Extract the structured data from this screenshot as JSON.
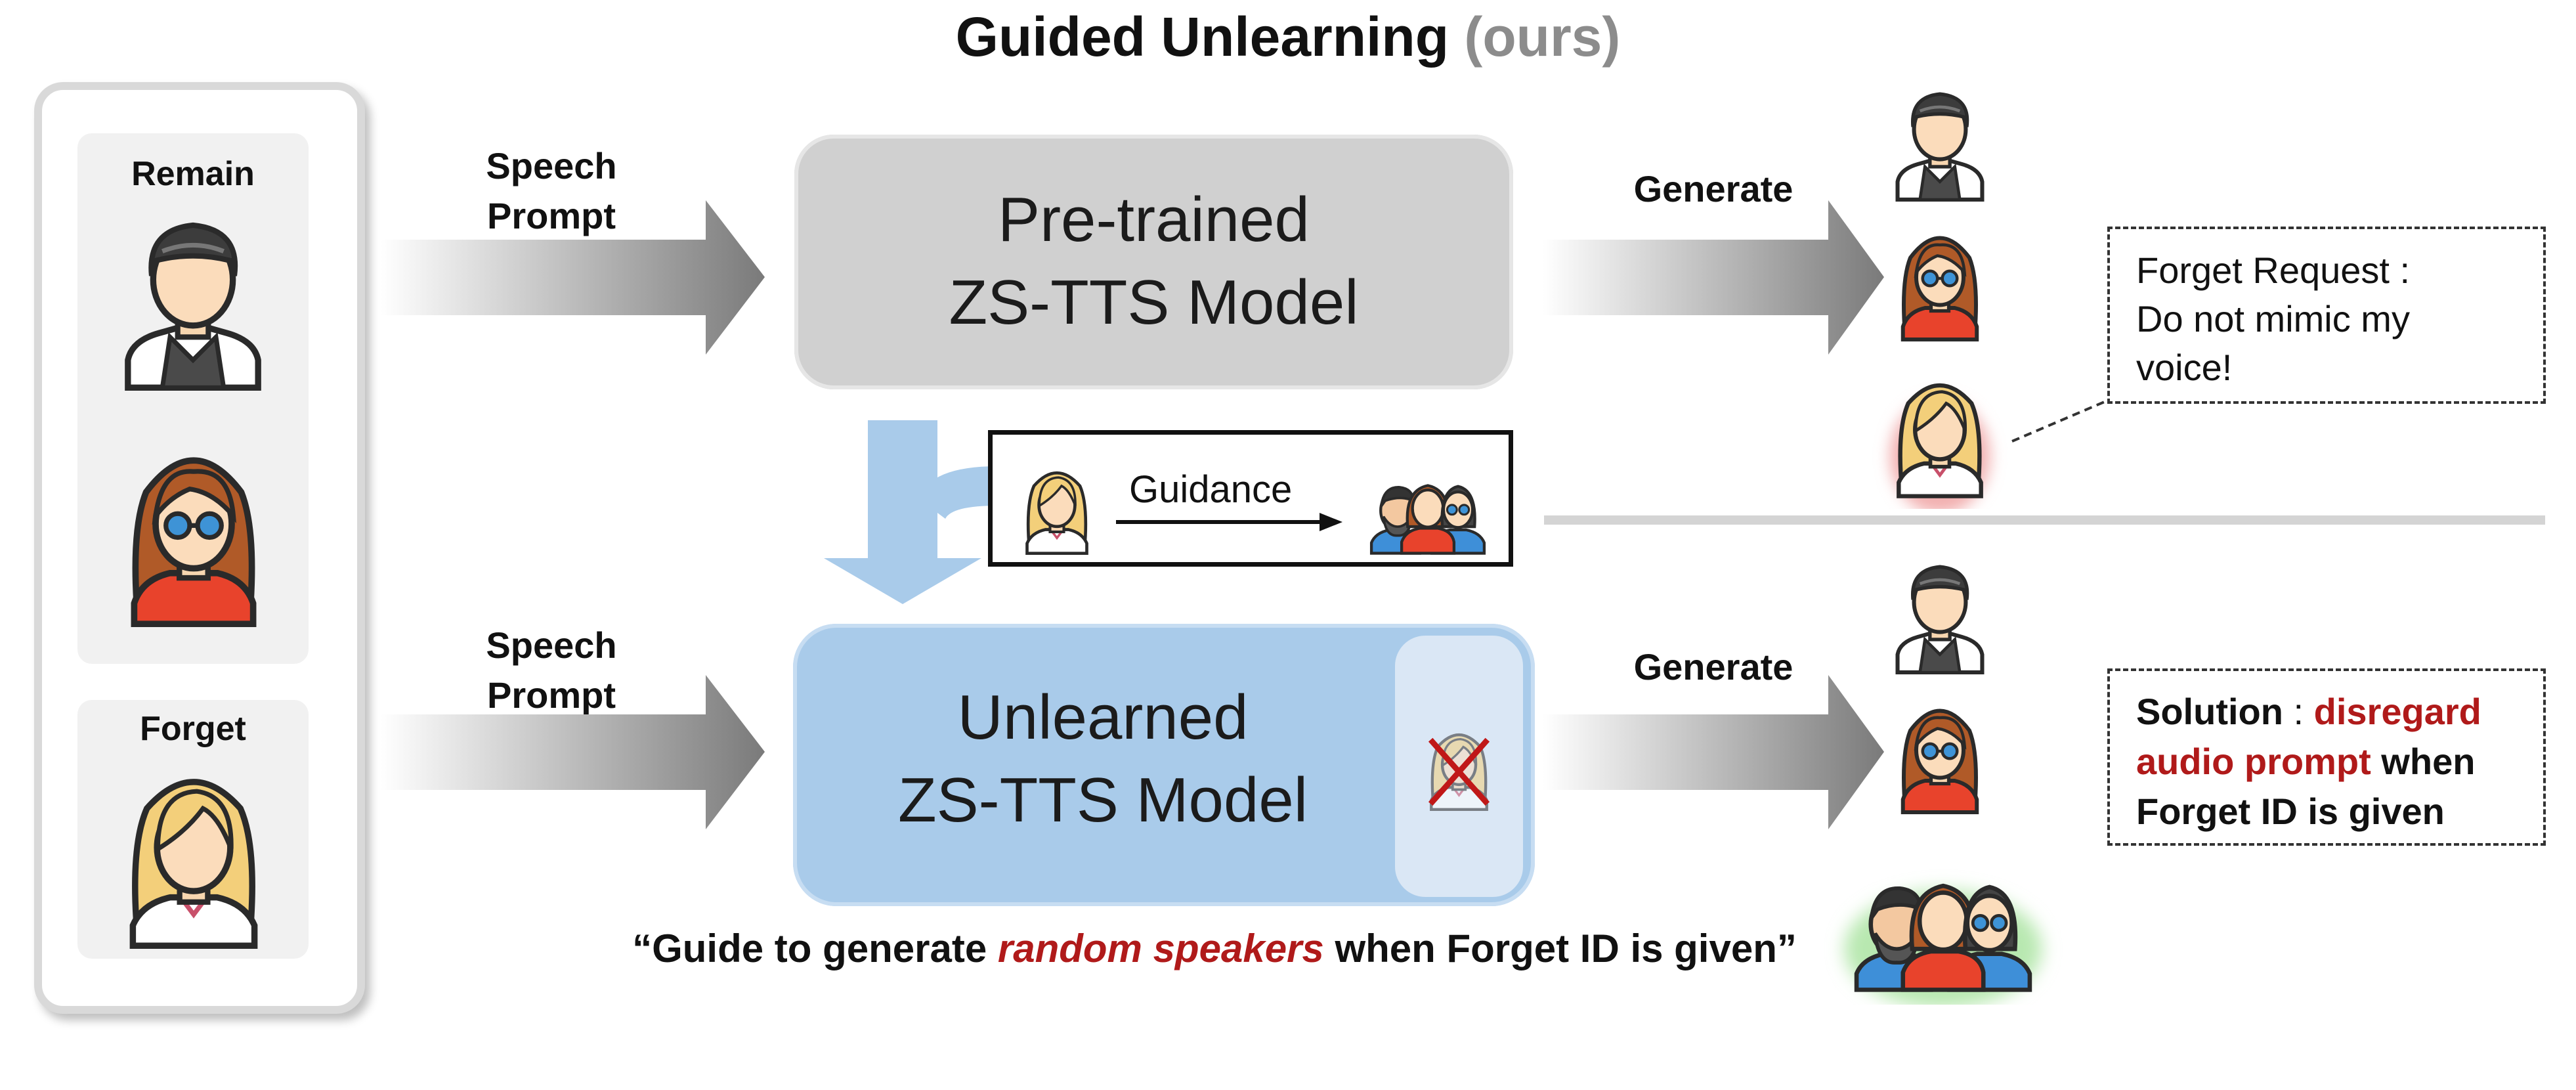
{
  "title": {
    "main": "Guided Unlearning",
    "suffix": "(ours)"
  },
  "left_panel": {
    "remain_label": "Remain",
    "forget_label": "Forget"
  },
  "top_row": {
    "prompt_label_line1": "Speech",
    "prompt_label_line2": "Prompt",
    "model_line1": "Pre-trained",
    "model_line2": "ZS-TTS Model",
    "generate_label": "Generate"
  },
  "guidance": {
    "label": "Guidance"
  },
  "bottom_row": {
    "prompt_label_line1": "Speech",
    "prompt_label_line2": "Prompt",
    "model_line1": "Unlearned",
    "model_line2": "ZS-TTS Model",
    "generate_label": "Generate"
  },
  "forget_request": {
    "line1": "Forget Request :",
    "line2": "Do not mimic my",
    "line3": "voice!"
  },
  "solution": {
    "prefix": "Solution",
    "colon": " : ",
    "highlight1": "disregard",
    "highlight2": "audio prompt",
    "after_highlight": " when",
    "line3": "Forget ID is given"
  },
  "quote": {
    "open": "“Guide to generate ",
    "emphasis": "random speakers",
    "close": " when Forget ID is given”"
  },
  "colors": {
    "accent_red": "#b01a1a",
    "model_gray": "#d0d0d0",
    "model_blue": "#a9cbea",
    "guidance_arrow_blue": "#a9cbea",
    "forget_glow": "#f2b0b0",
    "random_glow": "#b8e8b0"
  },
  "icons": {
    "remain_speaker_1": "man-with-helmet-hair-icon",
    "remain_speaker_2": "woman-with-glasses-icon",
    "forget_speaker": "blonde-woman-icon",
    "random_speakers": "group-of-people-icon",
    "crossed_speaker": "crossed-out-speaker-icon"
  }
}
